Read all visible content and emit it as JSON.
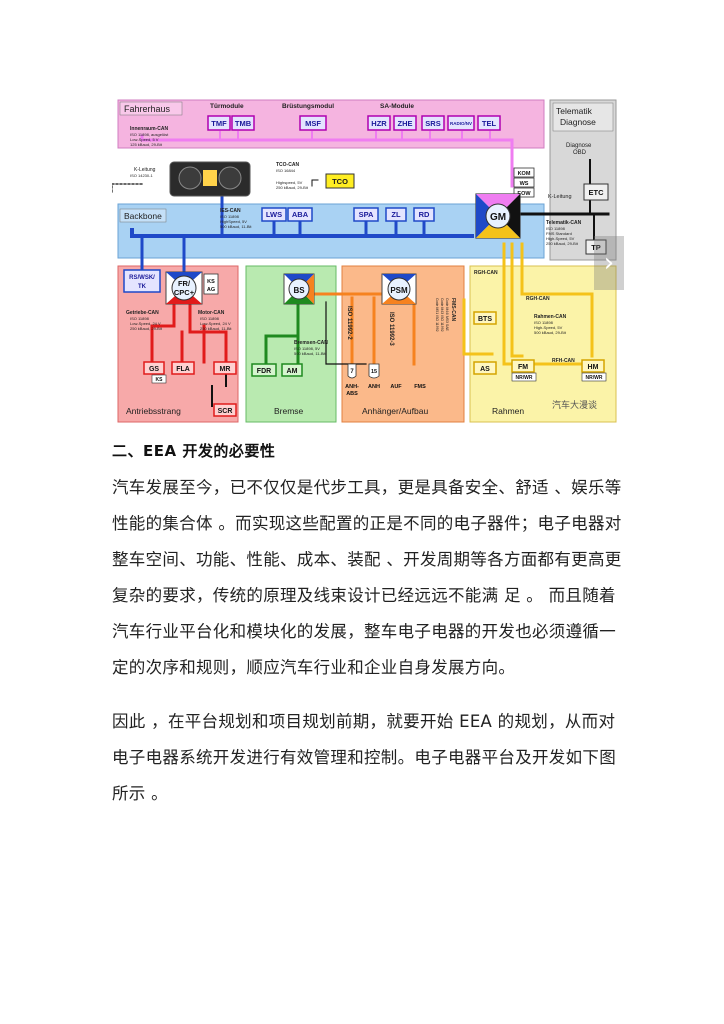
{
  "diagram": {
    "fahrerhaus": "Fahrerhaus",
    "turmodule": "Türmodule",
    "brustungsmodul": "Brüstungsmodul",
    "sa_module": "SA-Module",
    "telematik": [
      "Telematik",
      "Diagnose"
    ],
    "diagnose_obd": [
      "Diagnose",
      "OBD"
    ],
    "innenraum_can": [
      "Innenraum-CAN",
      "ISO 11898, ausgelöst",
      "Low-Speed, 5 V",
      "125 kBaud, 29-Bit"
    ],
    "k_leitung_left": [
      "K-Leitung",
      "ISO 14230-1"
    ],
    "tco_can": [
      "TCO-CAN",
      "ISO 16844",
      "",
      "Highspeed, 5V",
      "250 kBaud, 29-Bit"
    ],
    "ies_can": [
      "IES-CAN",
      "ISO 11898",
      "HighSpeed, 5V",
      "500 kBaud, 11-Bit"
    ],
    "backbone": "Backbone",
    "k_leitung_right": "K-Leitung",
    "telematik_can": [
      "Telematik-CAN",
      "ISO 11898",
      "FMS Standard",
      "High-Speed, 5V",
      "250 kBaud, 29-Bit"
    ],
    "rgh_can_top": "RGH-CAN",
    "rgh_can_mid": "RGH-CAN",
    "rahmen_can": [
      "Rahmen-CAN",
      "ISO 11898",
      "High-Speed, 5V",
      "500 kBaud, 29-Bit"
    ],
    "rfh_can": "RFH-CAN",
    "getriebe_can": [
      "Getriebe-CAN",
      "ISO 11898",
      "Low-Speed, 24 V",
      "250 kBaud, 29-Bit"
    ],
    "motor_can": [
      "Motor-CAN",
      "ISO 11898",
      "Low-Speed, 24 V",
      "250 kBaud, 11-Bit"
    ],
    "bremsen_can": [
      "Bremsen-CAN",
      "ISO 11898, 5V",
      "500 kBaud, 11-Bit"
    ],
    "fms_can": [
      "FMS-CAN",
      "Code M44/ M53 SAE",
      "Code M43 ISO 11992",
      "Code M51 ISO 11992"
    ],
    "iso_11992_2": "ISO 11992-2",
    "iso_11992_3": "ISO 11992-3",
    "areas": [
      "Antriebsstrang",
      "Bremse",
      "Anhänger/Aufbau",
      "Rahmen"
    ],
    "watermark": "汽车大漫谈",
    "nodes": {
      "tmf": "TMF",
      "tmb": "TMB",
      "msf": "MSF",
      "hzr": "HZR",
      "zhe": "ZHE",
      "srs": "SRS",
      "radio": "RADIO/NV",
      "tel": "TEL",
      "tco": "TCO",
      "kom": "KOM",
      "ws": "WS",
      "eow": "EOW",
      "gm": "GM",
      "etc": "ETC",
      "tp": "TP",
      "lws": "LWS",
      "aba": "ABA",
      "spa": "SPA",
      "zl": "ZL",
      "rd": "RD",
      "rs_wsk": [
        "RS/WSK/",
        "TK"
      ],
      "fr": [
        "FR/",
        "CPC+"
      ],
      "ks_ag": [
        "KS",
        "AG"
      ],
      "bs": "BS",
      "psm": "PSM",
      "bts": "BTS",
      "gs": "GS",
      "ks": "KS",
      "fla": "FLA",
      "mr": "MR",
      "scr": "SCR",
      "fdr": "FDR",
      "am": "AM",
      "anh_abs": [
        "ANH-",
        "ABS"
      ],
      "anh": "ANH",
      "auf": "AUF",
      "fms": "FMS",
      "as": "AS",
      "fm": "FM",
      "nr_wr1": "NR/WR",
      "hm": "HM",
      "nr_wr2": "NR/WR",
      "pin7": "7",
      "pin15": "15"
    }
  },
  "article": {
    "heading": "二、EEA 开发的必要性",
    "paragraph1": "汽车发展至今，已不仅仅是代步工具，更是具备安全、舒适 、娱乐等性能的集合体 。而实现这些配置的正是不同的电子器件；电子电器对整车空间、功能、性能、成本、装配 、开发周期等各方面都有更高更复杂的要求，传统的原理及线束设计已经远远不能满 足 。 而且随着汽车行业平台化和模块化的发展，整车电子电器的开发也必须遵循一定的次序和规则，顺应汽车行业和企业自身发展方向。",
    "paragraph2": "因此 ，在平台规划和项目规划前期，就要开始 EEA 的规划，从而对电子电器系统开发进行有效管理和控制。电子电器平台及开发如下图所示 。"
  },
  "carousel": {
    "next_icon": "chevron-right-icon"
  },
  "colors": {
    "fahrerhaus": "#f5b4e0",
    "backbone": "#a9d2f3",
    "antrieb": "#f7a9a9",
    "bremse": "#b9eab0",
    "anhaenger": "#fbb98a",
    "rahmen": "#fbf3a8",
    "gray_box": "#d8d8d8",
    "bus_blue": "#1f49c8",
    "bus_pink": "#ef7df1",
    "bus_red": "#e11b1b",
    "bus_green": "#1f8a1f",
    "bus_orange": "#f6821f",
    "bus_yellow": "#f4c21a"
  }
}
